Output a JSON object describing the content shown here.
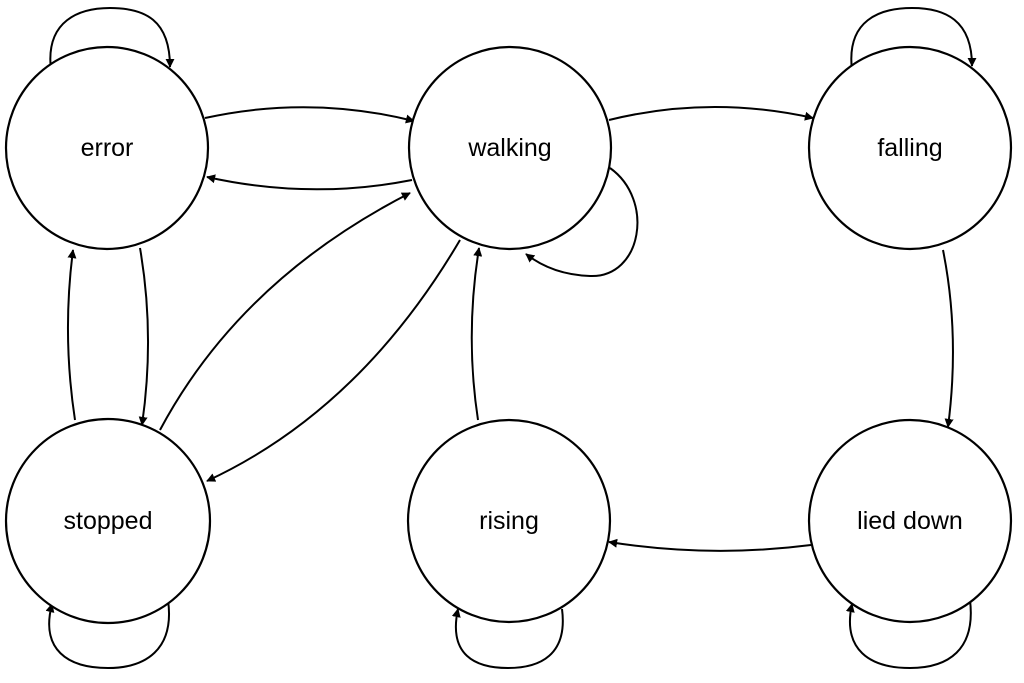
{
  "diagram": {
    "type": "state-transition",
    "colors": {
      "background": "#ffffff",
      "stroke": "#000000",
      "text": "#000000"
    },
    "nodes": [
      {
        "id": "error",
        "label": "error"
      },
      {
        "id": "walking",
        "label": "walking"
      },
      {
        "id": "falling",
        "label": "falling"
      },
      {
        "id": "stopped",
        "label": "stopped"
      },
      {
        "id": "rising",
        "label": "rising"
      },
      {
        "id": "lied_down",
        "label": "lied down"
      }
    ],
    "edges": [
      {
        "from": "error",
        "to": "error"
      },
      {
        "from": "error",
        "to": "walking"
      },
      {
        "from": "walking",
        "to": "error"
      },
      {
        "from": "error",
        "to": "stopped"
      },
      {
        "from": "stopped",
        "to": "error"
      },
      {
        "from": "stopped",
        "to": "walking"
      },
      {
        "from": "walking",
        "to": "stopped"
      },
      {
        "from": "stopped",
        "to": "stopped"
      },
      {
        "from": "walking",
        "to": "walking"
      },
      {
        "from": "walking",
        "to": "falling"
      },
      {
        "from": "falling",
        "to": "falling"
      },
      {
        "from": "falling",
        "to": "lied_down"
      },
      {
        "from": "lied_down",
        "to": "lied_down"
      },
      {
        "from": "lied_down",
        "to": "rising"
      },
      {
        "from": "rising",
        "to": "rising"
      },
      {
        "from": "rising",
        "to": "walking"
      }
    ]
  }
}
